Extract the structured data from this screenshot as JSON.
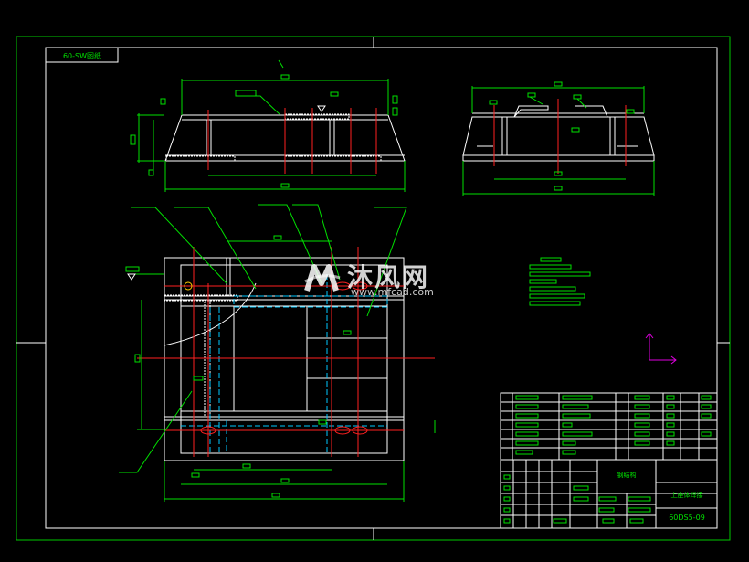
{
  "drawing": {
    "colors": {
      "background": "#000000",
      "frame": "#00c800",
      "line": "#ffffff",
      "dimension": "#00e000",
      "centerline": "#ff2020",
      "hidden": "#00c8ff",
      "weld": "#ffffff",
      "axis": "#e000e0"
    },
    "label_box_text": "60-SW图纸",
    "title_block": {
      "material_text": "钢结构",
      "name_text": "上座体焊接",
      "code_text": "60DS5-09"
    },
    "watermark": {
      "brand_text": "沐风网",
      "url_text": "www.mfcad.com"
    },
    "icons": [
      "ucs-axis-icon",
      "weld-symbol-icon",
      "watermark-logo-icon"
    ]
  }
}
